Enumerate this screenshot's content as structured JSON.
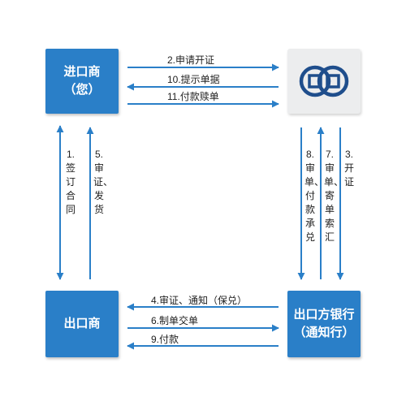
{
  "nodes": {
    "importer": {
      "line1": "进口商",
      "line2": "（您）"
    },
    "exporter": {
      "line1": "出口商"
    },
    "bank": {
      "line1": "出口方银行",
      "line2": "（通知行）"
    },
    "issuing_bank_logo": {
      "icon": "bank-logo-icon",
      "color": "#1f4e8c"
    }
  },
  "arrows": {
    "a2": "2.申请开证",
    "a10": "10.提示单据",
    "a11": "11.付款赎单",
    "a1": "1.签订合同",
    "a5": "5.审证、发货",
    "a8": "8.审单、付款承兑",
    "a7": "7.审单、寄单索汇",
    "a3": "3.开证",
    "a4": "4.审证、通知（保兑）",
    "a6": "6.制单交单",
    "a9": "9.付款"
  },
  "colors": {
    "box": "#2a7fc8",
    "arrow": "#2a7fc8",
    "logo_bg": "#ecedee"
  }
}
